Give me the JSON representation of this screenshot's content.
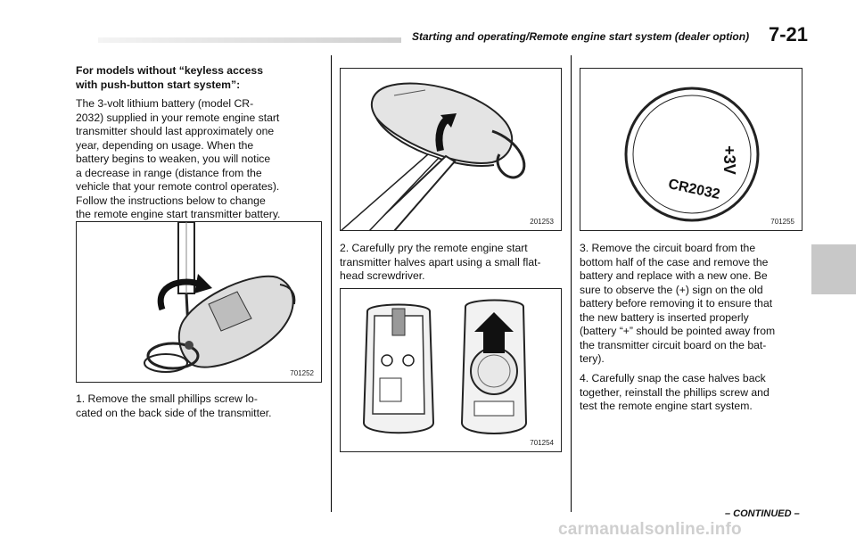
{
  "header": {
    "title": "Starting and operating/Remote engine start system (dealer option)",
    "page_number": "7-21"
  },
  "col1": {
    "heading_line1": "For models without “keyless access",
    "heading_line2": "with push-button start system”:",
    "intro_lines": [
      "The 3-volt lithium battery (model CR-",
      "2032) supplied in your remote engine start",
      "transmitter should last approximately one",
      "year, depending on usage. When the",
      "battery begins to weaken, you will notice",
      "a decrease in range (distance from the",
      "vehicle that your remote control operates).",
      "Follow the instructions below to change",
      "the remote engine start transmitter battery."
    ],
    "figure_code": "701252",
    "step1_line1": "1.  Remove the small phillips screw lo-",
    "step1_line2": "cated on the back side of the transmitter."
  },
  "col2": {
    "figure1_code": "201253",
    "step2_line1": "2.  Carefully pry the remote engine start",
    "step2_line2": "transmitter halves apart using a small flat-",
    "step2_line3": "head screwdriver.",
    "figure2_code": "701254"
  },
  "col3": {
    "figure_code": "701255",
    "battery_label": "CR2032",
    "battery_voltage": "+3V",
    "step3_lines": [
      "3.  Remove the circuit board from the",
      "bottom half of the case and remove the",
      "battery and replace with a new one. Be",
      "sure to observe the (+) sign on the old",
      "battery before removing it to ensure that",
      "the new battery is inserted properly",
      "(battery “+” should be pointed away from",
      "the transmitter circuit board on the bat-",
      "tery)."
    ],
    "step4_lines": [
      "4.  Carefully snap the case halves back",
      "together, reinstall the phillips screw and",
      "test the remote engine start system."
    ]
  },
  "footer": {
    "continued": "– CONTINUED –",
    "watermark": "carmanualsonline.info"
  }
}
